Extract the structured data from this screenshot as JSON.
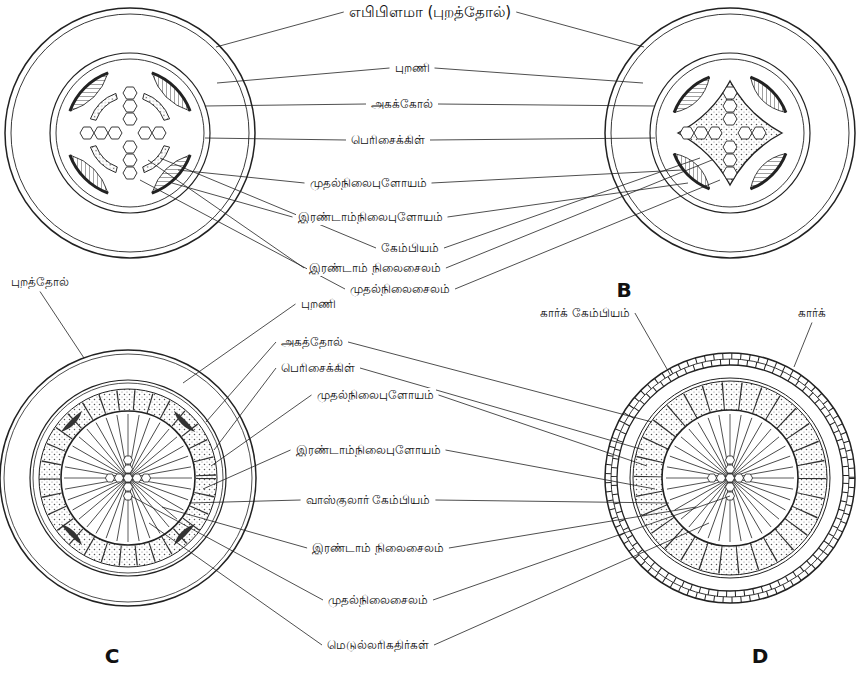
{
  "diagram": {
    "labels": [
      "எபிபிளமா (புறத்தோல்)",
      "புறணி",
      "அகக்கோல்",
      "பெரிசைக்கிள்",
      "முதல்நிலைபுளோயம்",
      "இரண்டாம்நிலைபுளோயம்",
      "கேம்பியம்",
      "இரண்டாம் நிலைசைலம்",
      "புறத்தோல்",
      "முதல்நிலைசைலம்",
      "B",
      "புறணி",
      "கார்க் கேம்பியம்",
      "கார்க்",
      "அகத்தோல்",
      "பெரிசைக்கிள்",
      "முதல்நிலைபுளோயம்",
      "இரண்டாம்நிலைபுளோயம்",
      "வாஸ்குலார் கேம்பியம்",
      "இரண்டாம் நிலைசைலம்",
      "முதல்நிலைசைலம்",
      "C",
      "மெடுல்லரிகதிர்கள்",
      "D"
    ]
  }
}
